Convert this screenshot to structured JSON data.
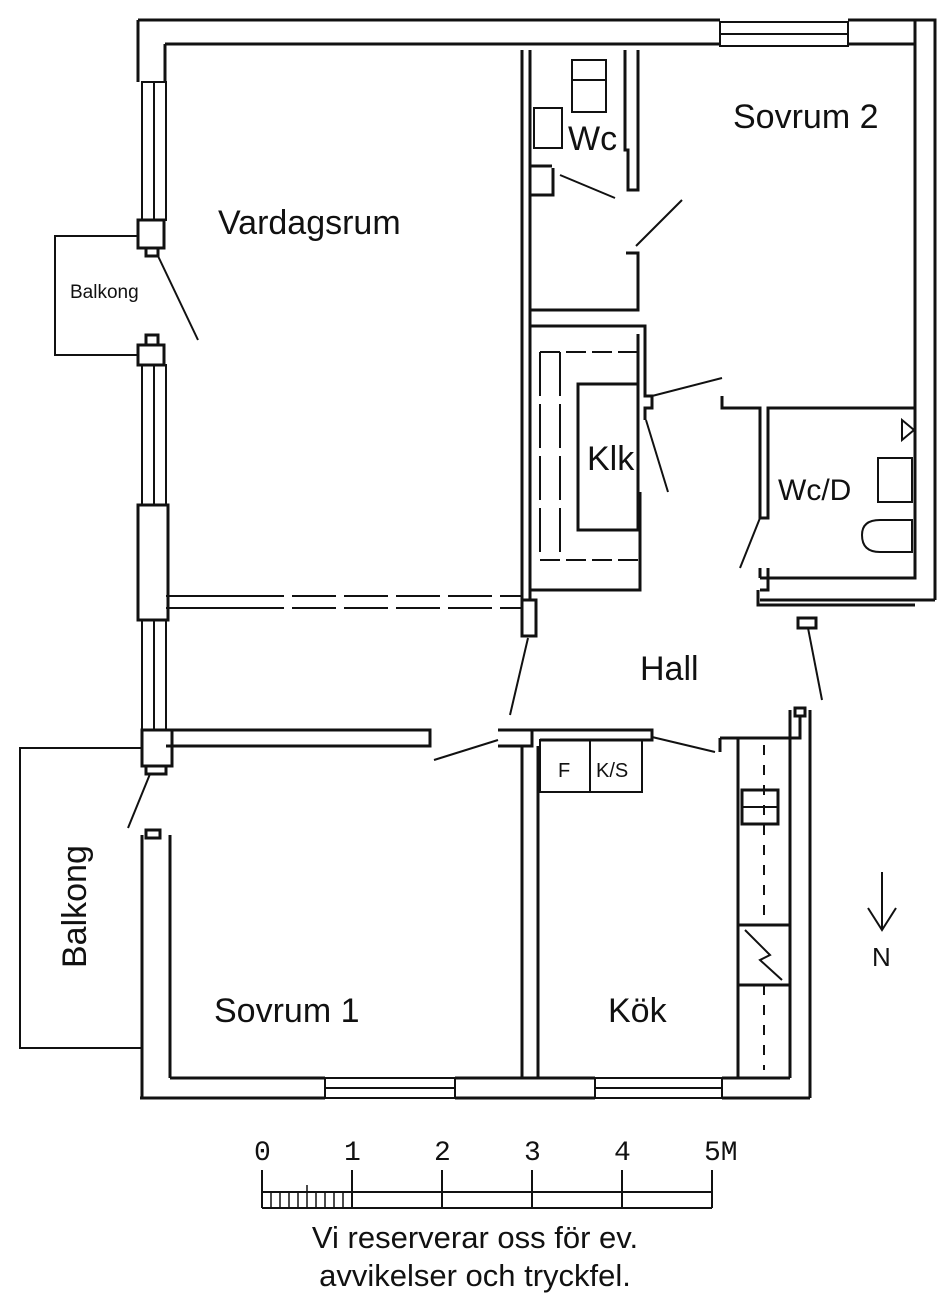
{
  "rooms": {
    "vardagsrum": "Vardagsrum",
    "sovrum2": "Sovrum 2",
    "wc": "Wc",
    "balkong_top": "Balkong",
    "klk": "Klk",
    "wcd": "Wc/D",
    "hall": "Hall",
    "f": "F",
    "ks": "K/S",
    "balkong_left": "Balkong",
    "sovrum1": "Sovrum 1",
    "kok": "Kök"
  },
  "compass": {
    "label": "N"
  },
  "scale": {
    "ticks": [
      "0",
      "1",
      "2",
      "3",
      "4",
      "5M"
    ]
  },
  "disclaimer": {
    "line1": "Vi reserverar oss för ev.",
    "line2": "avvikelser och tryckfel."
  }
}
